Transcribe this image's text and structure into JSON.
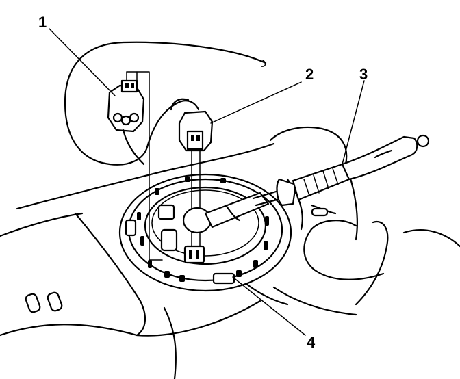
{
  "callouts": [
    {
      "id": 1,
      "label": "1"
    },
    {
      "id": 2,
      "label": "2"
    },
    {
      "id": 3,
      "label": "3"
    },
    {
      "id": 4,
      "label": "4"
    }
  ]
}
